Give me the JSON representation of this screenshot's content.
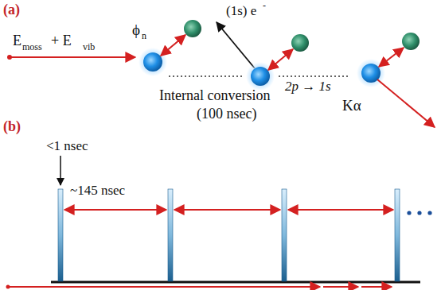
{
  "diagram": {
    "labels": [
      "(a)",
      "E",
      "moss",
      "+ E",
      "vib",
      "ϕ",
      "n",
      "(1s) e",
      "-",
      "Internal conversion",
      "(100 nsec)",
      "2p → 1s",
      "Kα",
      "(b)",
      "<1 nsec",
      "~145 nsec"
    ]
  }
}
